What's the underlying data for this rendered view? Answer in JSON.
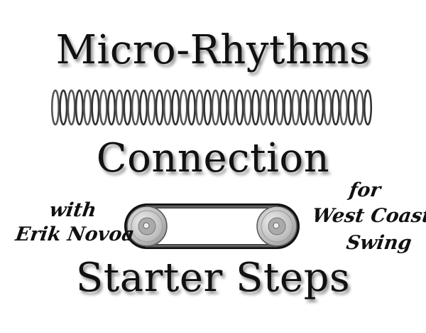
{
  "titles": {
    "top": "Micro-Rhythms",
    "middle": "Connection",
    "bottom": "Starter Steps"
  },
  "left_note": {
    "line1": "with",
    "line2": "Erik Novoa"
  },
  "right_note": {
    "line1": "for",
    "line2": "West Coast",
    "line3": "Swing"
  },
  "graphics": {
    "spring_icon": "coil-spring",
    "belt_icon": "belt-and-pulleys",
    "spring_coils": 40
  }
}
